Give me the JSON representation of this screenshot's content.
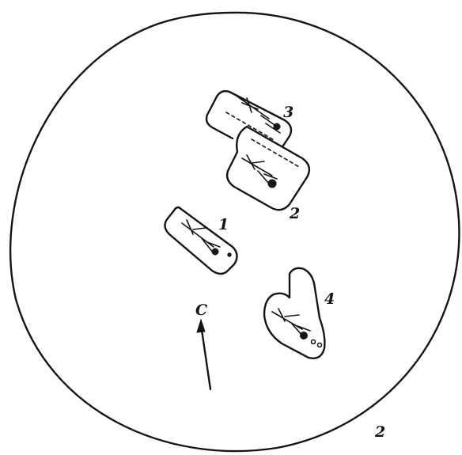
{
  "figure": {
    "burials": [
      {
        "label": "1"
      },
      {
        "label": "2"
      },
      {
        "label": "3"
      },
      {
        "label": "4"
      }
    ],
    "north_arrow_label": "C",
    "figure_number": "2"
  }
}
